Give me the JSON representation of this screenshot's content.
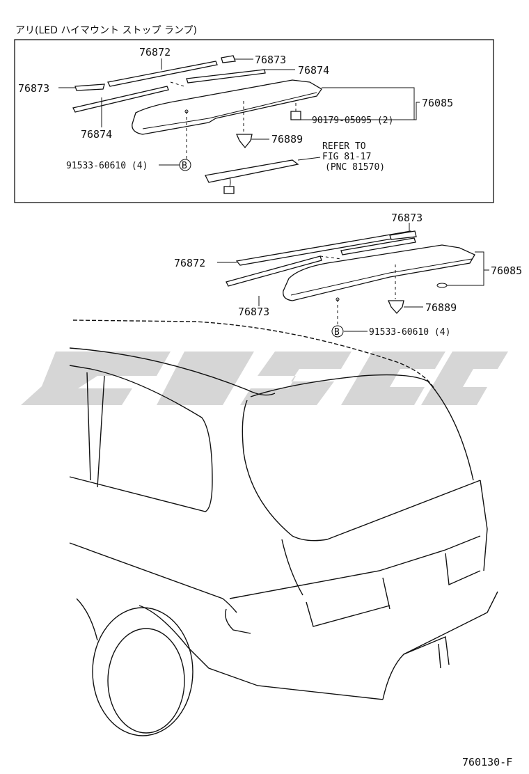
{
  "header": {
    "title": "アリ(LED ハイマウント ストップ ランプ)"
  },
  "upper": {
    "p76872": "76872",
    "p76873a": "76873",
    "p76873b": "76873",
    "p76874a": "76874",
    "p76874b": "76874",
    "p76085": "76085",
    "p90179": "90179-05095 (2)",
    "p76889": "76889",
    "p91533": "91533-60610 (4)",
    "marker": "B",
    "refer1": "REFER TO",
    "refer2": "FIG 81-17",
    "refer3": "(PNC 81570)"
  },
  "lower": {
    "p76873a": "76873",
    "p76872": "76872",
    "p76873b": "76873",
    "p76085": "76085",
    "p76889": "76889",
    "p91533": "91533-60610 (4)",
    "marker": "B"
  },
  "figure_code": "760130-F"
}
